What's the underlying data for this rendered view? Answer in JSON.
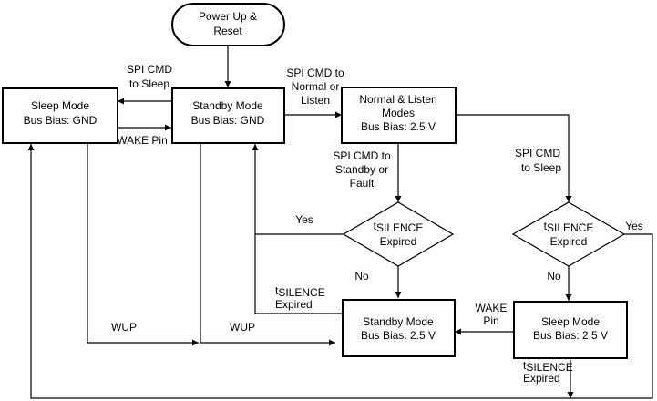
{
  "nodes": {
    "power_up": [
      "Power Up &",
      "Reset"
    ],
    "sleep_gnd": [
      "Sleep Mode",
      "Bus Bias: GND"
    ],
    "standby_gnd": [
      "Standby Mode",
      "Bus Bias: GND"
    ],
    "normal_listen": [
      "Normal & Listen",
      "Modes",
      "Bus Bias: 2.5 V"
    ],
    "decision_left": {
      "t": "t",
      "sub": "SILENCE",
      "rest": "Expired"
    },
    "decision_right": {
      "t": "t",
      "sub": "SILENCE",
      "rest": "Expired"
    },
    "standby_25": [
      "Standby Mode",
      "Bus Bias: 2.5 V"
    ],
    "sleep_25": [
      "Sleep Mode",
      "Bus Bias: 2.5 V"
    ]
  },
  "labels": {
    "spi_to_sleep_left": [
      "SPI CMD",
      "to Sleep"
    ],
    "wake_pin_top": "WAKE Pin",
    "spi_to_normal": [
      "SPI CMD to",
      "Normal or",
      "Listen"
    ],
    "spi_to_standby": [
      "SPI CMD to",
      "Standby or",
      "Fault"
    ],
    "spi_to_sleep_right": [
      "SPI CMD",
      "to Sleep"
    ],
    "yes_left": "Yes",
    "no_left": "No",
    "yes_right": "Yes",
    "no_right": "No",
    "tsilence_expired_left": {
      "t": "t",
      "sub": "SILENCE",
      "rest": "Expired"
    },
    "tsilence_expired_bottom": {
      "t": "t",
      "sub": "SILENCE",
      "rest": "Expired"
    },
    "wup_left": "WUP",
    "wup_mid": "WUP",
    "wake_pin_bottom": [
      "WAKE",
      "Pin"
    ]
  }
}
